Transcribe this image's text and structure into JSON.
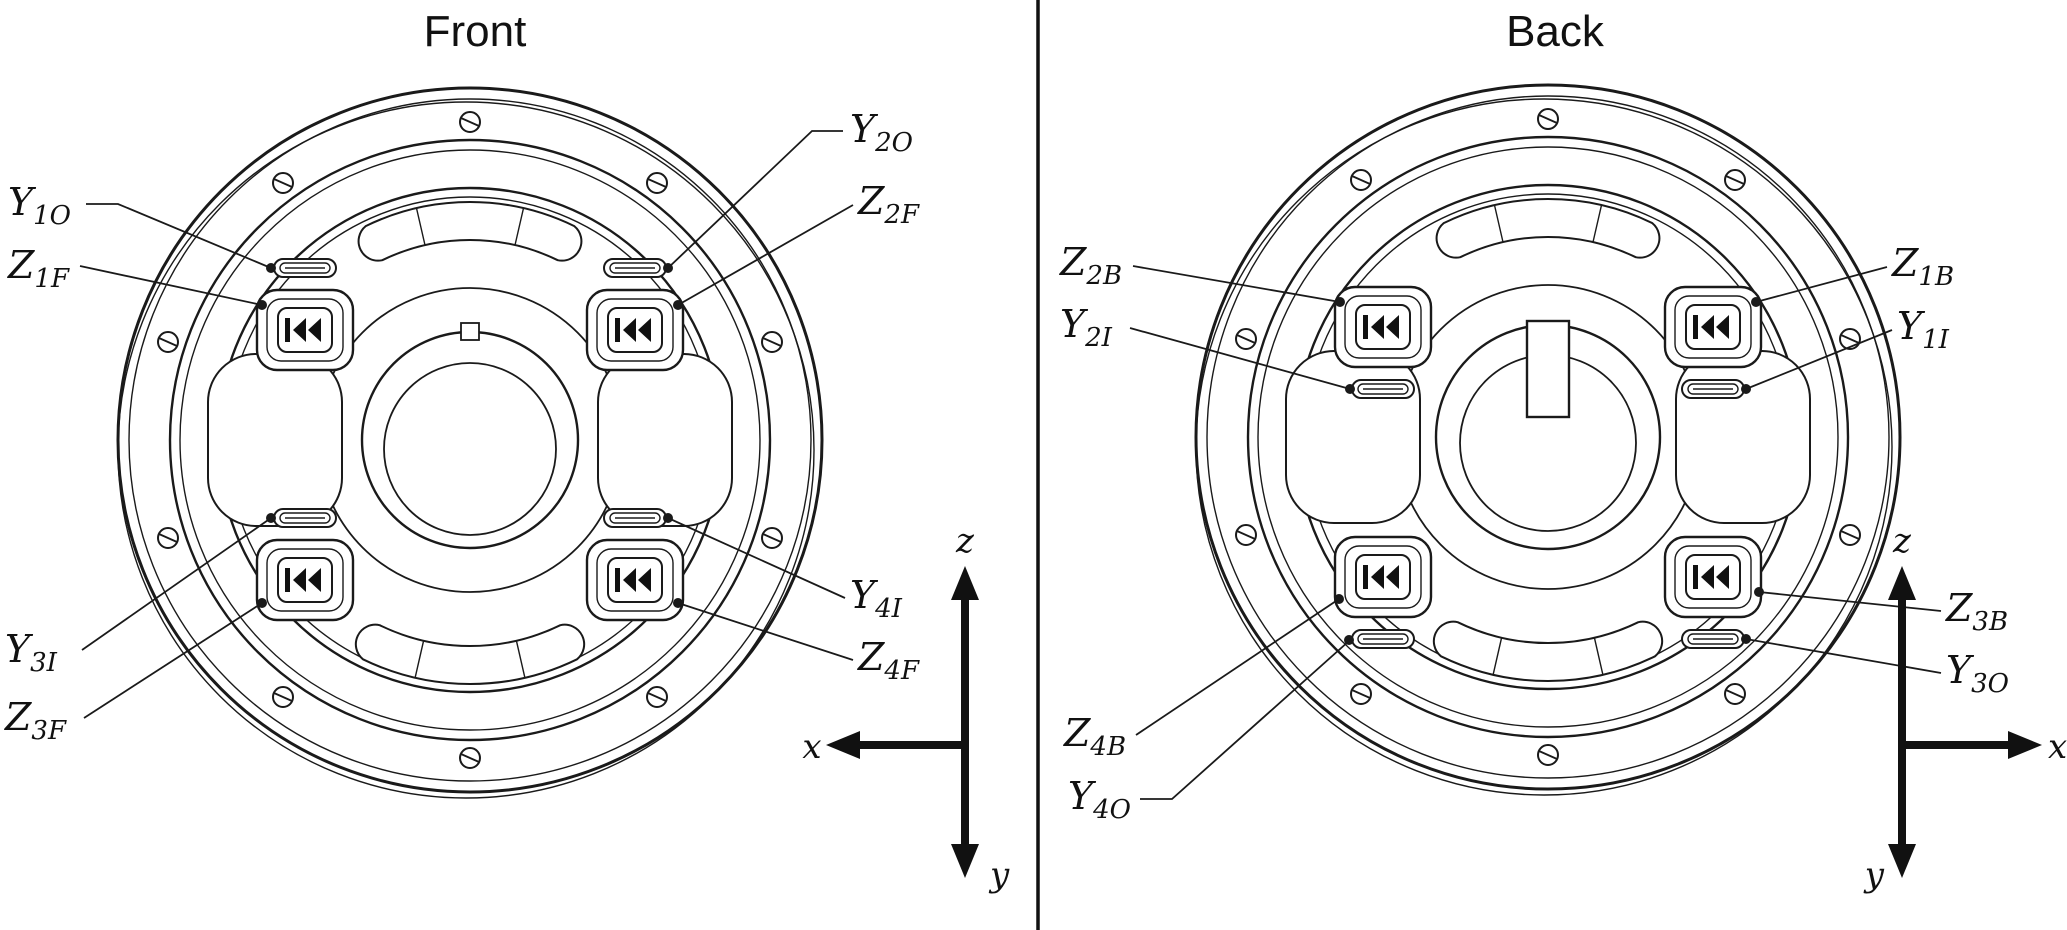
{
  "front": {
    "title": "Front",
    "labels": {
      "y1o": {
        "main": "Y",
        "sub": "1O"
      },
      "z1f": {
        "main": "Z",
        "sub": "1F"
      },
      "y2o": {
        "main": "Y",
        "sub": "2O"
      },
      "z2f": {
        "main": "Z",
        "sub": "2F"
      },
      "y3i": {
        "main": "Y",
        "sub": "3I"
      },
      "z3f": {
        "main": "Z",
        "sub": "3F"
      },
      "y4i": {
        "main": "Y",
        "sub": "4I"
      },
      "z4f": {
        "main": "Z",
        "sub": "4F"
      }
    },
    "axes": {
      "up": "z",
      "horiz": "x",
      "down": "y"
    }
  },
  "back": {
    "title": "Back",
    "labels": {
      "z2b": {
        "main": "Z",
        "sub": "2B"
      },
      "y2i": {
        "main": "Y",
        "sub": "2I"
      },
      "z1b": {
        "main": "Z",
        "sub": "1B"
      },
      "y1i": {
        "main": "Y",
        "sub": "1I"
      },
      "z3b": {
        "main": "Z",
        "sub": "3B"
      },
      "y3o": {
        "main": "Y",
        "sub": "3O"
      },
      "z4b": {
        "main": "Z",
        "sub": "4B"
      },
      "y4o": {
        "main": "Y",
        "sub": "4O"
      }
    },
    "axes": {
      "up": "z",
      "horiz": "x",
      "down": "y"
    }
  },
  "colors": {
    "line": "#1a1a1a",
    "background": "#ffffff"
  }
}
